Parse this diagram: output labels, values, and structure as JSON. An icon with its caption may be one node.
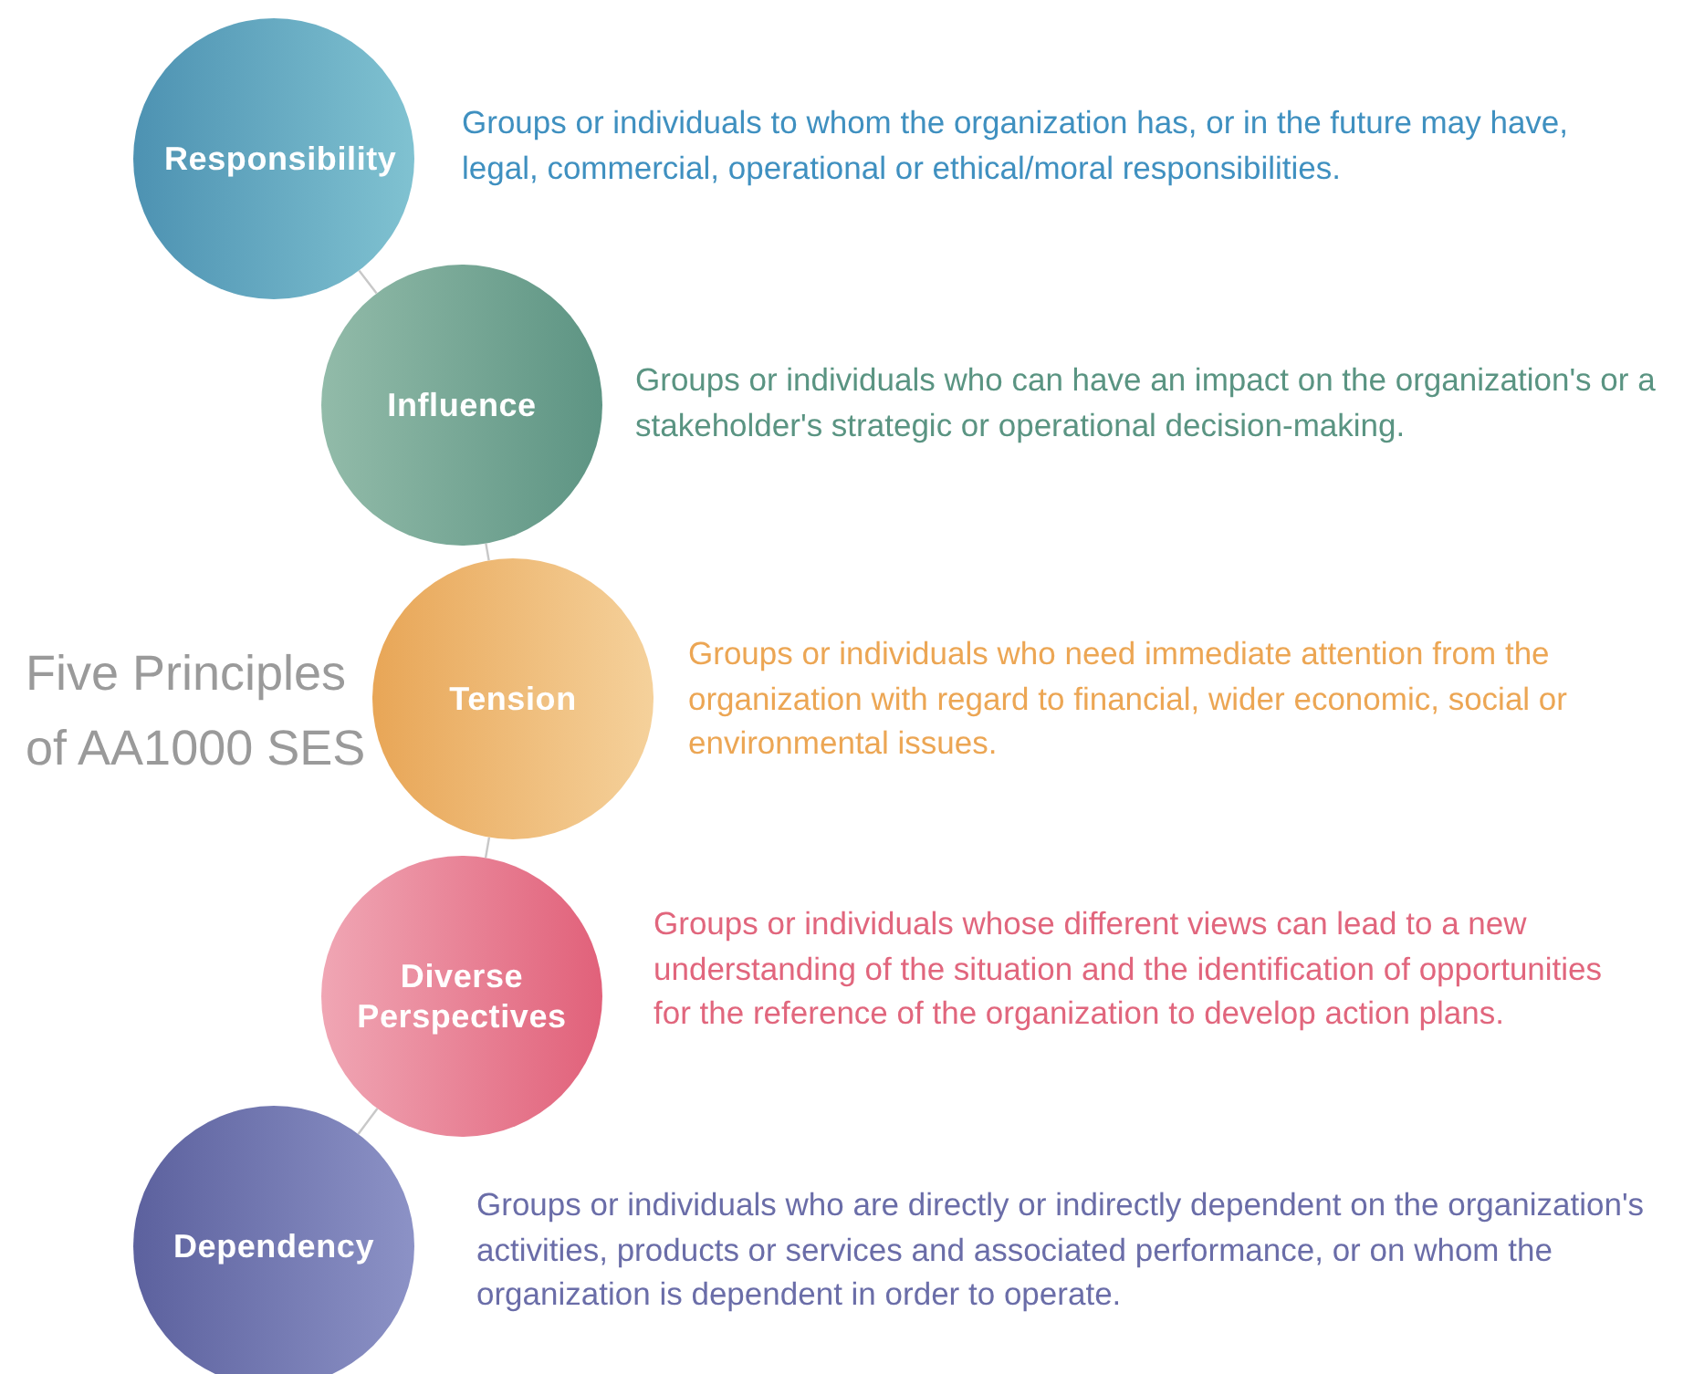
{
  "diagram": {
    "title": "Five Principles of AA1000 SES",
    "nodes": [
      {
        "text": [
          "Responsibility"
        ],
        "beside": [
          "Groups or individuals to whom the organization has, or in the future may have, legal, commercial, operational or ethical/moral responsibilities."
        ]
      },
      {
        "text": [
          "Influence"
        ],
        "beside": [
          "Groups or individuals who can have an impact on the organization's or a stakeholder's strategic or operational decision-making."
        ]
      },
      {
        "text": [
          "Tension"
        ],
        "beside": [
          "Groups or individuals who need immediate attention from the organization with regard to financial, wider economic, social or environmental issues."
        ]
      },
      {
        "text": [
          "Diverse Perspectives"
        ],
        "beside": [
          "Groups or individuals whose different views can lead to a new understanding of the situation and the identification of opportunities for the reference of the organization to develop action plans."
        ]
      },
      {
        "text": [
          "Dependency"
        ],
        "beside": [
          "Groups or individuals who are directly or indirectly dependent on the organization's activities, products or services and associated performance, or on whom the organization is dependent in order to operate."
        ]
      }
    ],
    "edges": [
      {
        "from": 0,
        "to": 1,
        "arrow": "none"
      },
      {
        "from": 1,
        "to": 2,
        "arrow": "none"
      },
      {
        "from": 2,
        "to": 3,
        "arrow": "none"
      },
      {
        "from": 3,
        "to": 4,
        "arrow": "none"
      }
    ]
  }
}
